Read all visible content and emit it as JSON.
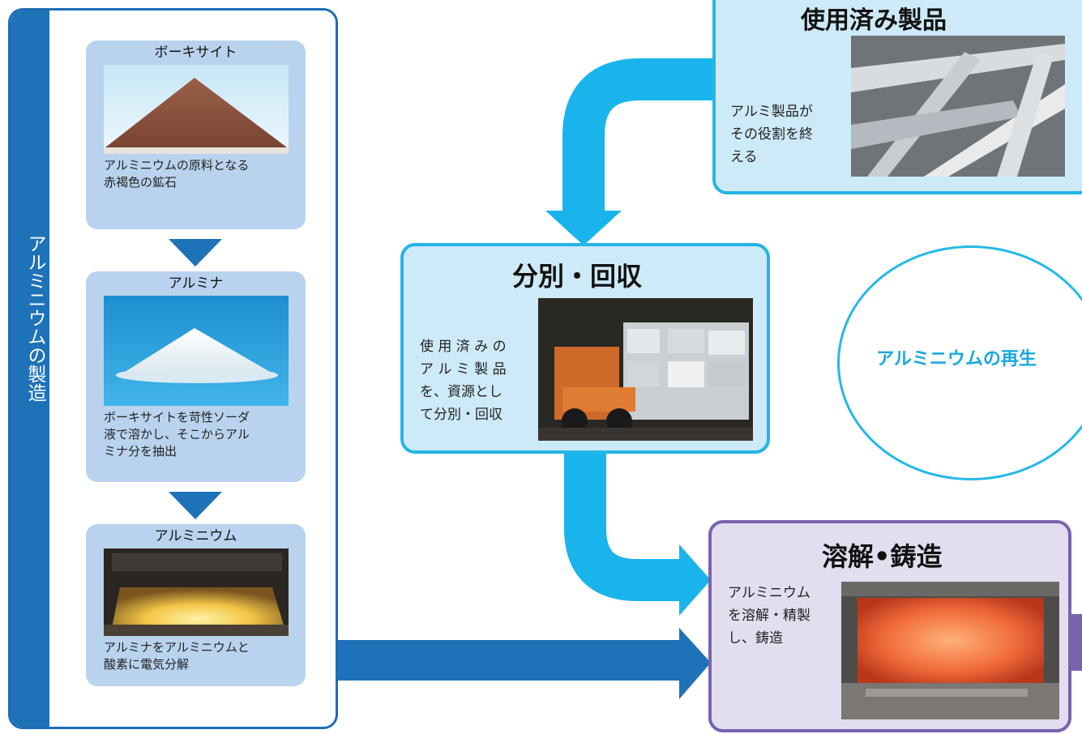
{
  "manufacturing": {
    "title": "アルミニウムの製造",
    "steps": [
      {
        "title": "ボーキサイト",
        "desc_lines": [
          "アルミニウムの原料となる",
          "赤褐色の鉱石"
        ]
      },
      {
        "title": "アルミナ",
        "desc_lines": [
          "ボーキサイトを苛性ソーダ",
          "液で溶かし、そこからアル",
          "ミナ分を抽出"
        ]
      },
      {
        "title": "アルミニウム",
        "desc_lines": [
          "アルミナをアルミニウムと",
          "酸素に電気分解"
        ]
      }
    ]
  },
  "used_products": {
    "title": "使用済み製品",
    "desc_lines": [
      "アルミ製品が",
      "その役割を終",
      "える"
    ]
  },
  "sorting": {
    "title": "分別・回収",
    "desc_lines": [
      "使 用 済 み の",
      "ア ル ミ 製 品",
      "を、資源とし",
      "て分別・回収"
    ]
  },
  "melting": {
    "title": "溶解•鋳造",
    "desc_lines": [
      "アルミニウム",
      "を溶解・精製",
      "し、鋳造"
    ]
  },
  "cycle": {
    "label": "アルミニウムの再生"
  },
  "colors": {
    "dark_blue": "#1e72b8",
    "light_blue_arrow": "#1ab4ec",
    "box_blue_bg": "#cdeaf8",
    "box_blue_border": "#25b5e6",
    "box_purple_bg": "#e2def0",
    "box_purple_border": "#7a63ad",
    "step_bg": "#b9d3ee"
  }
}
